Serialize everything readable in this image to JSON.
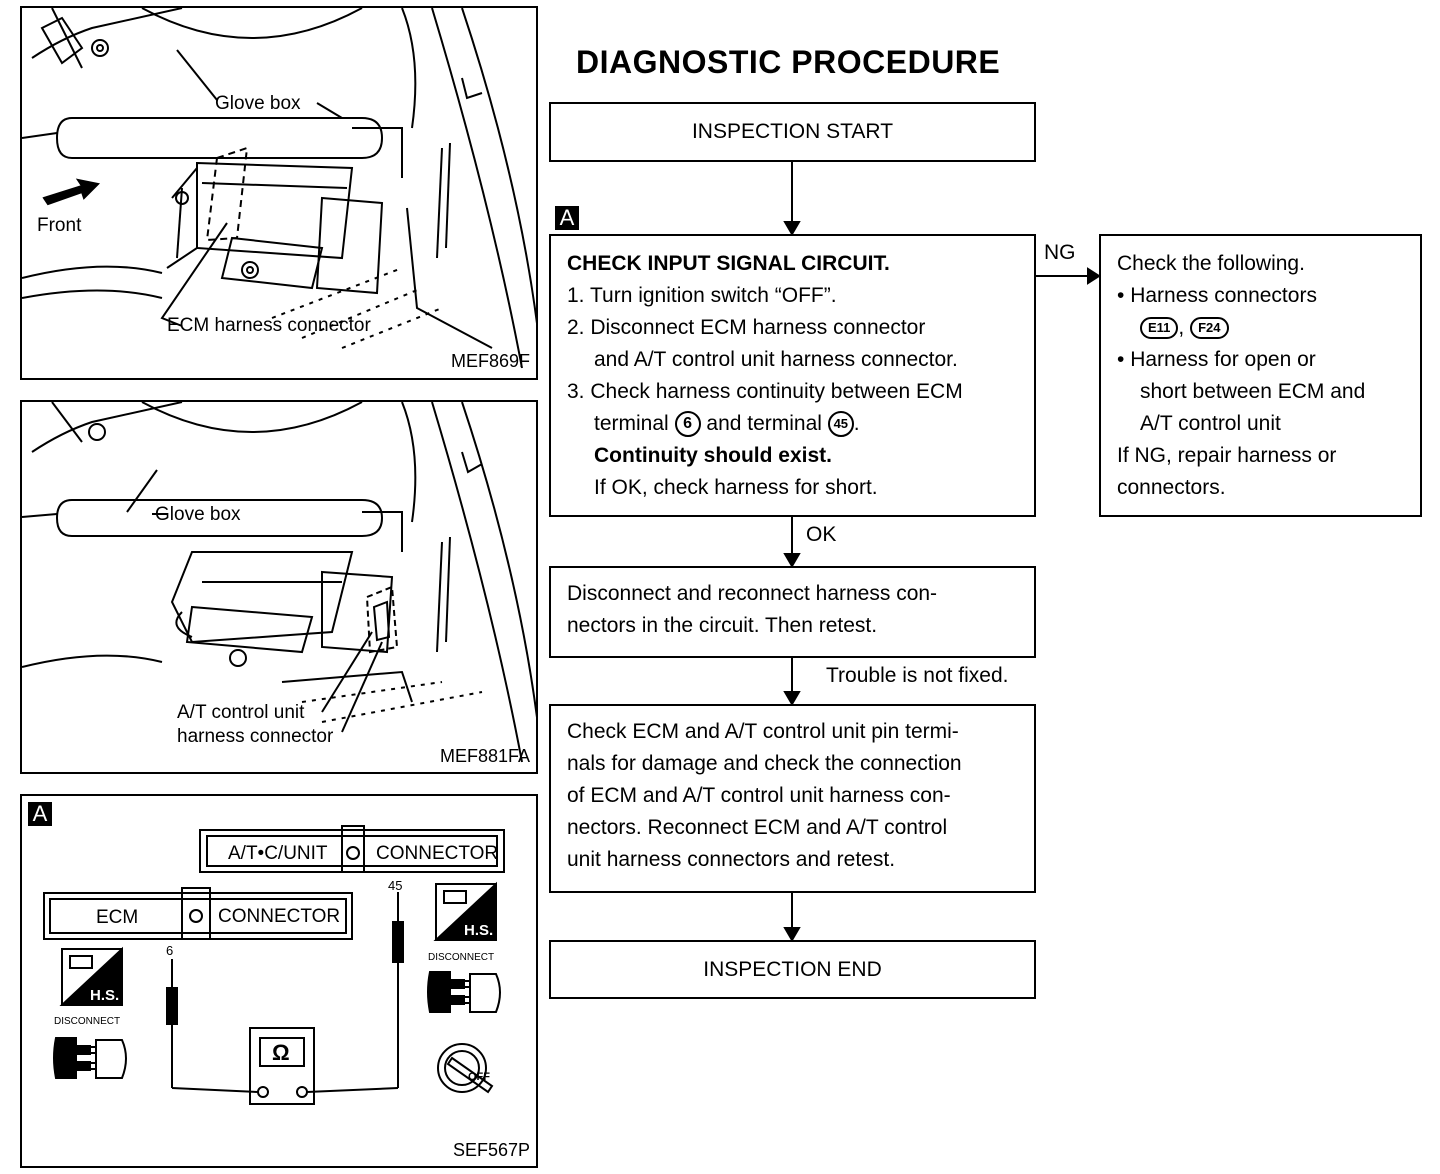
{
  "title": "DIAGNOSTIC PROCEDURE",
  "figures": [
    {
      "code": "MEF869F",
      "labels": {
        "glove_box": "Glove box",
        "front": "Front",
        "connector": "ECM harness connector"
      }
    },
    {
      "code": "MEF881FA",
      "labels": {
        "glove_box": "Glove box",
        "connector_line1": "A/T control unit",
        "connector_line2": "harness connector"
      }
    },
    {
      "code": "SEF567P",
      "tag": "A",
      "labels": {
        "atc_unit": "A/T•C/UNIT",
        "atc_connector": "CONNECTOR",
        "ecm": "ECM",
        "ecm_connector": "CONNECTOR",
        "terminal_6": "6",
        "terminal_45": "45",
        "hs": "H.S.",
        "disconnect": "DISCONNECT",
        "ohm": "Ω",
        "off": "OFF"
      }
    }
  ],
  "flow": {
    "start": "INSPECTION START",
    "step_a_tag": "A",
    "step_a": {
      "heading": "CHECK INPUT SIGNAL CIRCUIT.",
      "line1": "1. Turn ignition switch “OFF”.",
      "line2": "2. Disconnect ECM harness connector",
      "line3": "and A/T control unit harness connector.",
      "line4": "3. Check harness continuity between ECM",
      "line5_pre": "terminal",
      "terminal_a": "6",
      "line5_mid": "and terminal",
      "terminal_b": "45",
      "line5_post": ".",
      "line6": "Continuity should exist.",
      "line7": "If OK, check harness for short."
    },
    "ng_label": "NG",
    "ng_box": {
      "line1": "Check the following.",
      "bullet1": "Harness connectors",
      "conn1": "E11",
      "sep": ",",
      "conn2": "F24",
      "bullet2_line1": "Harness for open or",
      "bullet2_line2": "short between ECM and",
      "bullet2_line3": "A/T control unit",
      "line_end1": "If NG, repair harness or",
      "line_end2": "connectors."
    },
    "ok_label": "OK",
    "step_b": {
      "line1": "Disconnect and reconnect harness con-",
      "line2": "nectors in the circuit. Then retest."
    },
    "not_fixed_label": "Trouble is not fixed.",
    "step_c": {
      "line1": "Check ECM and A/T control unit pin termi-",
      "line2": "nals for damage and check the connection",
      "line3": "of ECM and A/T control unit harness con-",
      "line4": "nectors. Reconnect ECM and A/T control",
      "line5": "unit harness connectors and retest."
    },
    "end": "INSPECTION END"
  }
}
